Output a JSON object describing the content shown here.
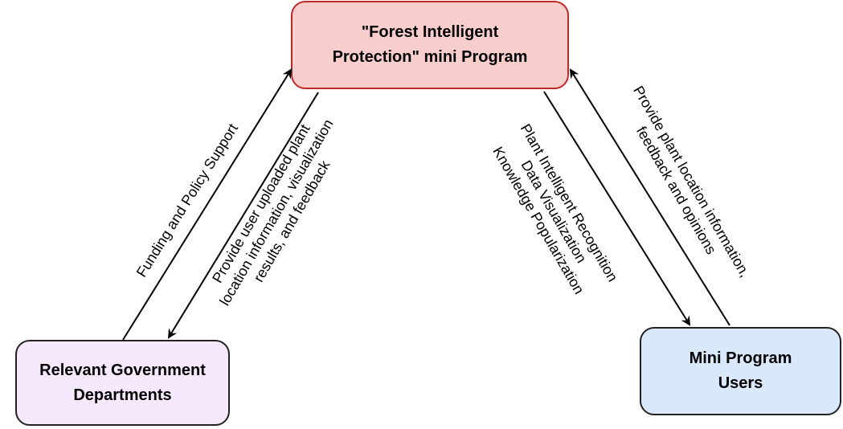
{
  "nodes": {
    "center": {
      "line1": "\"Forest Intelligent",
      "line2": "Protection\" mini Program",
      "fill": "#f8cecc",
      "stroke": "#b85450"
    },
    "gov": {
      "line1": "Relevant Government",
      "line2": "Departments",
      "fill": "#f7e9fd",
      "stroke": "#333333"
    },
    "users": {
      "line1": "Mini Program",
      "line2": "Users",
      "fill": "#dae8fc",
      "stroke": "#333333"
    }
  },
  "edges": {
    "funding": {
      "label": "Funding and Policy Support"
    },
    "provide_gov": {
      "line1": "Provide user uploaded plant",
      "line2": "location information, visualization",
      "line3": "results, and feedback"
    },
    "services": {
      "line1": "Plant Intelligent Recognition",
      "line2": "Data Visualization",
      "line3": "Knowledge Popularization"
    },
    "feedback": {
      "line1": "Provide plant location information,",
      "line2": "feedback and opinions"
    }
  }
}
